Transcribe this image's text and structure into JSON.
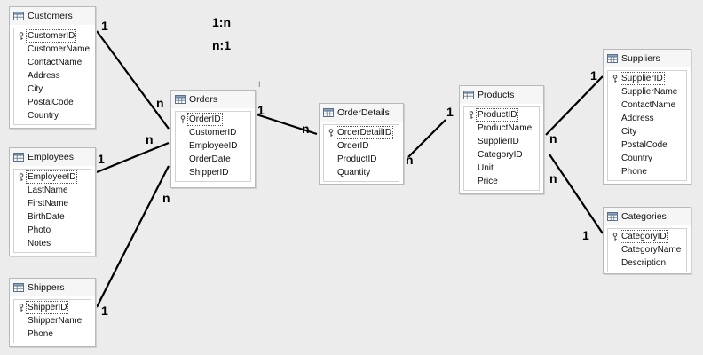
{
  "legend": {
    "one_to_many": "1:n",
    "many_to_one": "n:1"
  },
  "tables": [
    {
      "id": "customers",
      "name": "Customers",
      "fields": [
        {
          "name": "CustomerID",
          "pk": true
        },
        {
          "name": "CustomerName"
        },
        {
          "name": "ContactName"
        },
        {
          "name": "Address"
        },
        {
          "name": "City"
        },
        {
          "name": "PostalCode"
        },
        {
          "name": "Country"
        }
      ]
    },
    {
      "id": "employees",
      "name": "Employees",
      "fields": [
        {
          "name": "EmployeeID",
          "pk": true
        },
        {
          "name": "LastName"
        },
        {
          "name": "FirstName"
        },
        {
          "name": "BirthDate"
        },
        {
          "name": "Photo"
        },
        {
          "name": "Notes"
        }
      ]
    },
    {
      "id": "shippers",
      "name": "Shippers",
      "fields": [
        {
          "name": "ShipperID",
          "pk": true
        },
        {
          "name": "ShipperName"
        },
        {
          "name": "Phone"
        }
      ]
    },
    {
      "id": "orders",
      "name": "Orders",
      "fields": [
        {
          "name": "OrderID",
          "pk": true
        },
        {
          "name": "CustomerID"
        },
        {
          "name": "EmployeeID"
        },
        {
          "name": "OrderDate"
        },
        {
          "name": "ShipperID"
        }
      ]
    },
    {
      "id": "orderdetails",
      "name": "OrderDetails",
      "fields": [
        {
          "name": "OrderDetailID",
          "pk": true
        },
        {
          "name": "OrderID"
        },
        {
          "name": "ProductID"
        },
        {
          "name": "Quantity"
        }
      ]
    },
    {
      "id": "products",
      "name": "Products",
      "fields": [
        {
          "name": "ProductID",
          "pk": true
        },
        {
          "name": "ProductName"
        },
        {
          "name": "SupplierID"
        },
        {
          "name": "CategoryID"
        },
        {
          "name": "Unit"
        },
        {
          "name": "Price"
        }
      ]
    },
    {
      "id": "suppliers",
      "name": "Suppliers",
      "fields": [
        {
          "name": "SupplierID",
          "pk": true
        },
        {
          "name": "SupplierName"
        },
        {
          "name": "ContactName"
        },
        {
          "name": "Address"
        },
        {
          "name": "City"
        },
        {
          "name": "PostalCode"
        },
        {
          "name": "Country"
        },
        {
          "name": "Phone"
        }
      ]
    },
    {
      "id": "categories",
      "name": "Categories",
      "fields": [
        {
          "name": "CategoryID",
          "pk": true
        },
        {
          "name": "CategoryName"
        },
        {
          "name": "Description"
        }
      ]
    }
  ],
  "relationships": [
    {
      "id": "customers-orders",
      "from_table": "customers",
      "to_table": "orders",
      "from_card": "1",
      "to_card": "n"
    },
    {
      "id": "employees-orders",
      "from_table": "employees",
      "to_table": "orders",
      "from_card": "1",
      "to_card": "n"
    },
    {
      "id": "shippers-orders",
      "from_table": "shippers",
      "to_table": "orders",
      "from_card": "1",
      "to_card": "n"
    },
    {
      "id": "orders-orderdetails",
      "from_table": "orders",
      "to_table": "orderdetails",
      "from_card": "1",
      "to_card": "n"
    },
    {
      "id": "products-orderdetails",
      "from_table": "products",
      "to_table": "orderdetails",
      "from_card": "1",
      "to_card": "n"
    },
    {
      "id": "suppliers-products",
      "from_table": "suppliers",
      "to_table": "products",
      "from_card": "1",
      "to_card": "n"
    },
    {
      "id": "categories-products",
      "from_table": "categories",
      "to_table": "products",
      "from_card": "1",
      "to_card": "n"
    }
  ]
}
